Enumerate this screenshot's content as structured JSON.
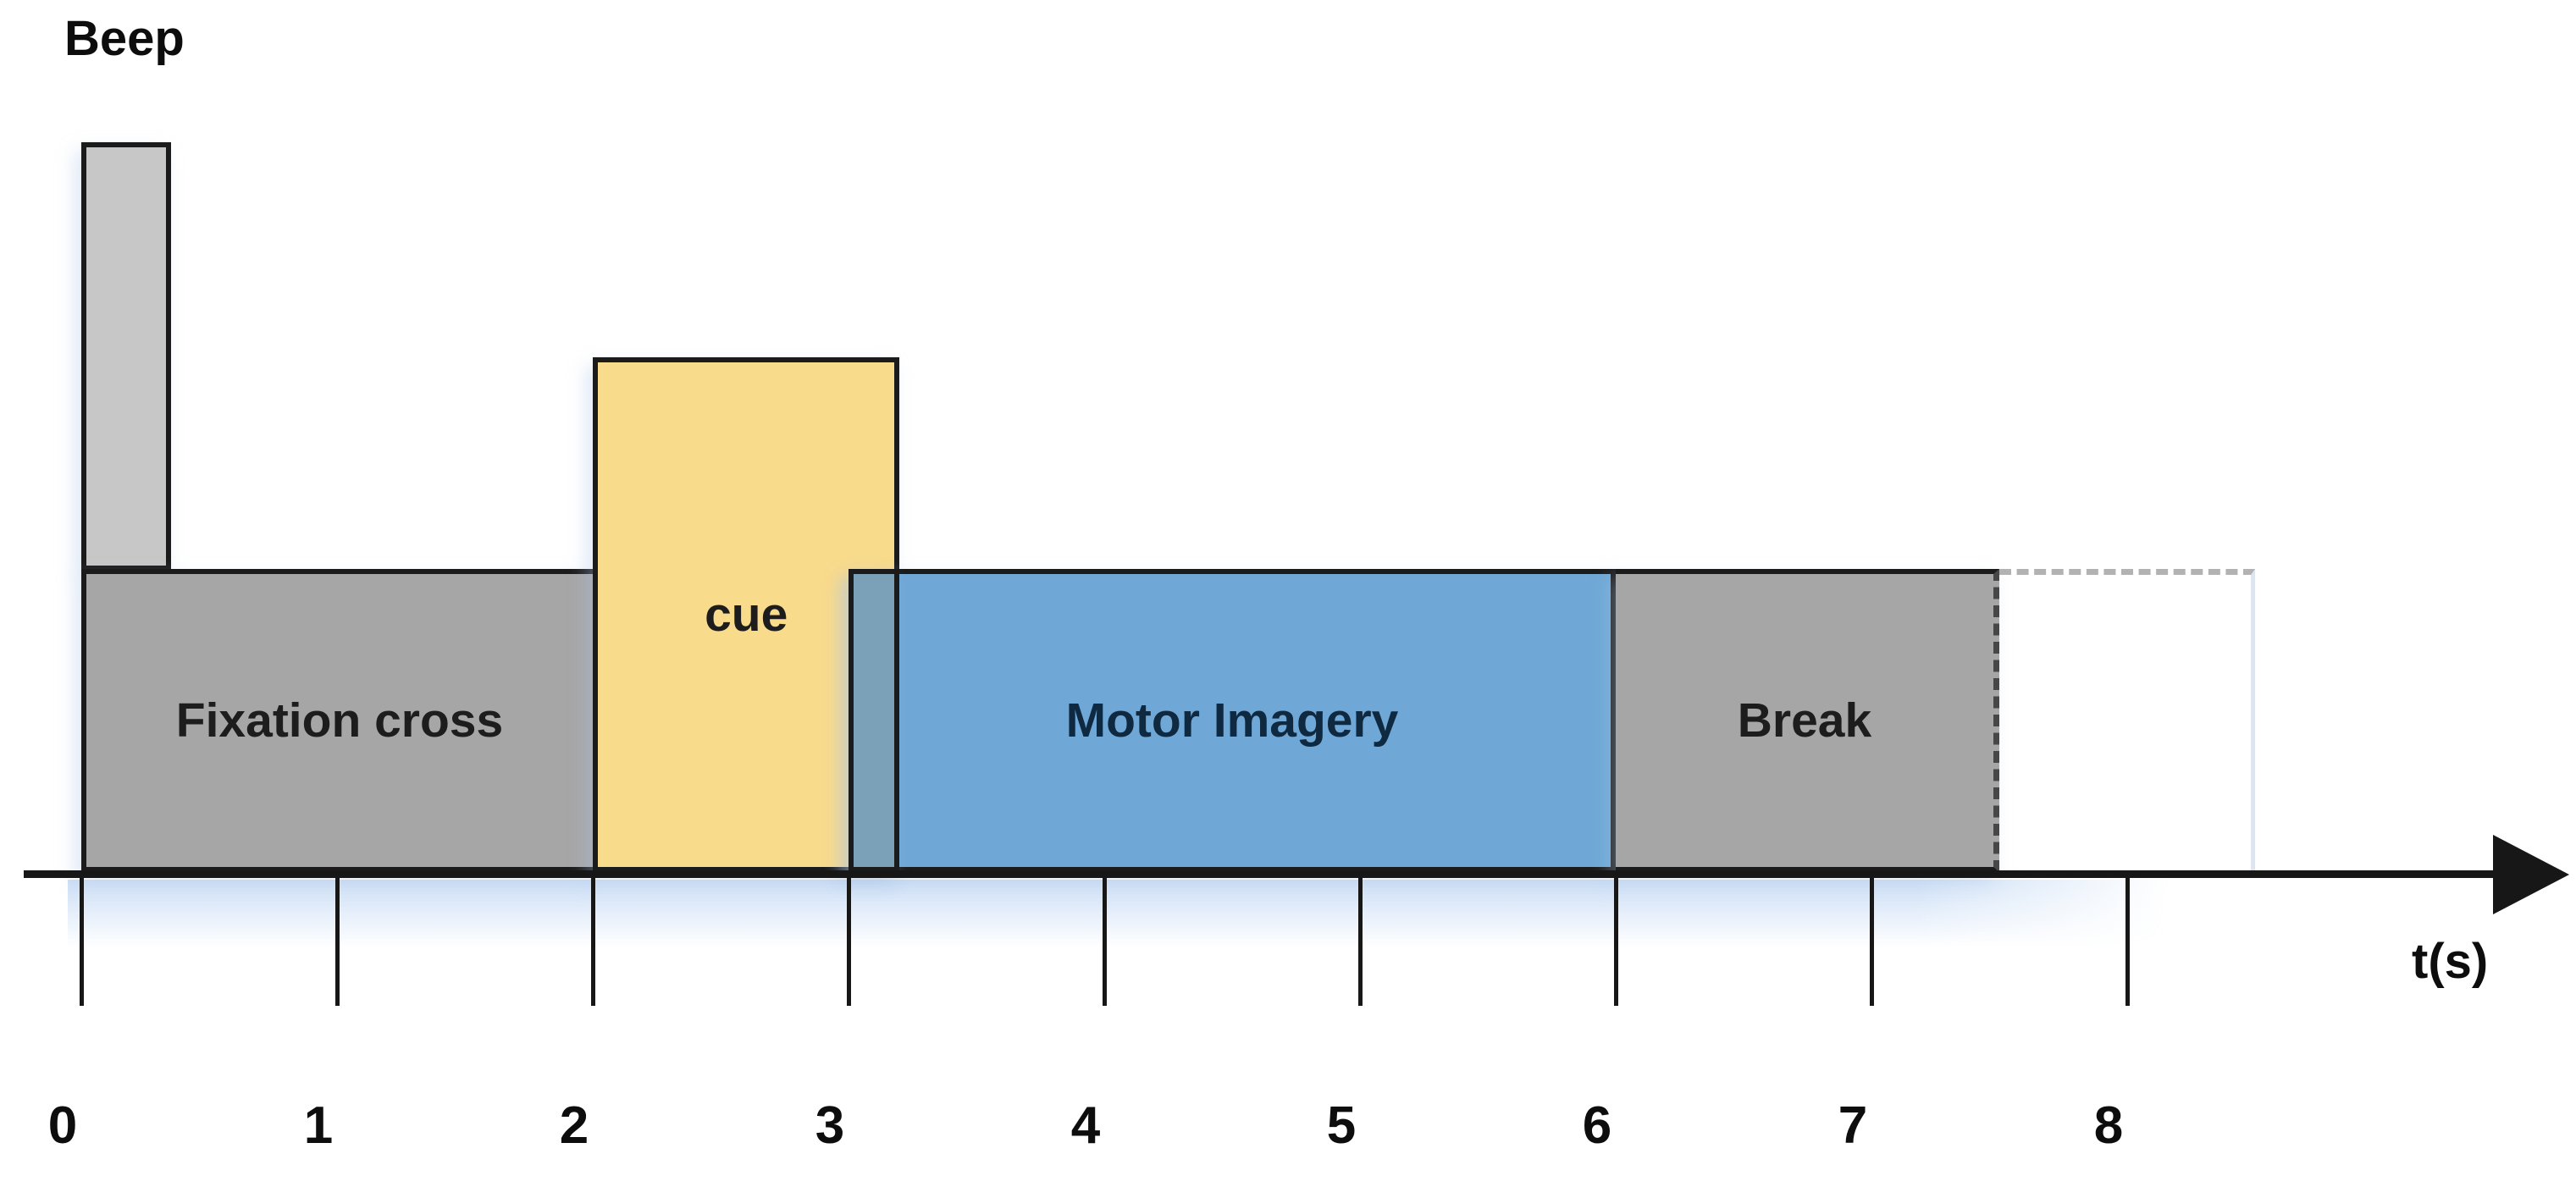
{
  "chart_data": {
    "type": "timeline",
    "title": "",
    "xlabel": "t(s)",
    "x_ticks": [
      0,
      1,
      2,
      3,
      4,
      5,
      6,
      7,
      8
    ],
    "x_range": [
      0,
      8.6
    ],
    "annotation": "Beep",
    "grid": false,
    "legend": false,
    "segments": [
      {
        "id": "beep",
        "label": "",
        "t_start": 0,
        "t_end": 0.35,
        "track": "marker",
        "color": "#c7c7c7"
      },
      {
        "id": "fixation",
        "label": "Fixation cross",
        "t_start": 0,
        "t_end": 2,
        "track": "bar",
        "color": "#a6a6a6",
        "no_right_border": true
      },
      {
        "id": "cue",
        "label": "cue",
        "t_start": 2,
        "t_end": 3.2,
        "track": "tall",
        "color": "#f9db8c"
      },
      {
        "id": "motor-imagery",
        "label": "Motor Imagery",
        "t_start": 3,
        "t_end": 6,
        "track": "bar",
        "color": "#6fa8d6",
        "label_color": "#0f2940"
      },
      {
        "id": "cue-mi-overlap",
        "label": "",
        "t_start": 3,
        "t_end": 3.2,
        "track": "bar",
        "color": "#7aa1b7"
      },
      {
        "id": "break",
        "label": "Break",
        "t_start": 6,
        "t_end": 7.5,
        "track": "bar",
        "color": "#a6a6a6",
        "no_left_border": true,
        "dashed_right": true
      },
      {
        "id": "ghost",
        "label": "",
        "t_start": 7.5,
        "t_end": 8.5,
        "track": "ghost"
      }
    ]
  }
}
